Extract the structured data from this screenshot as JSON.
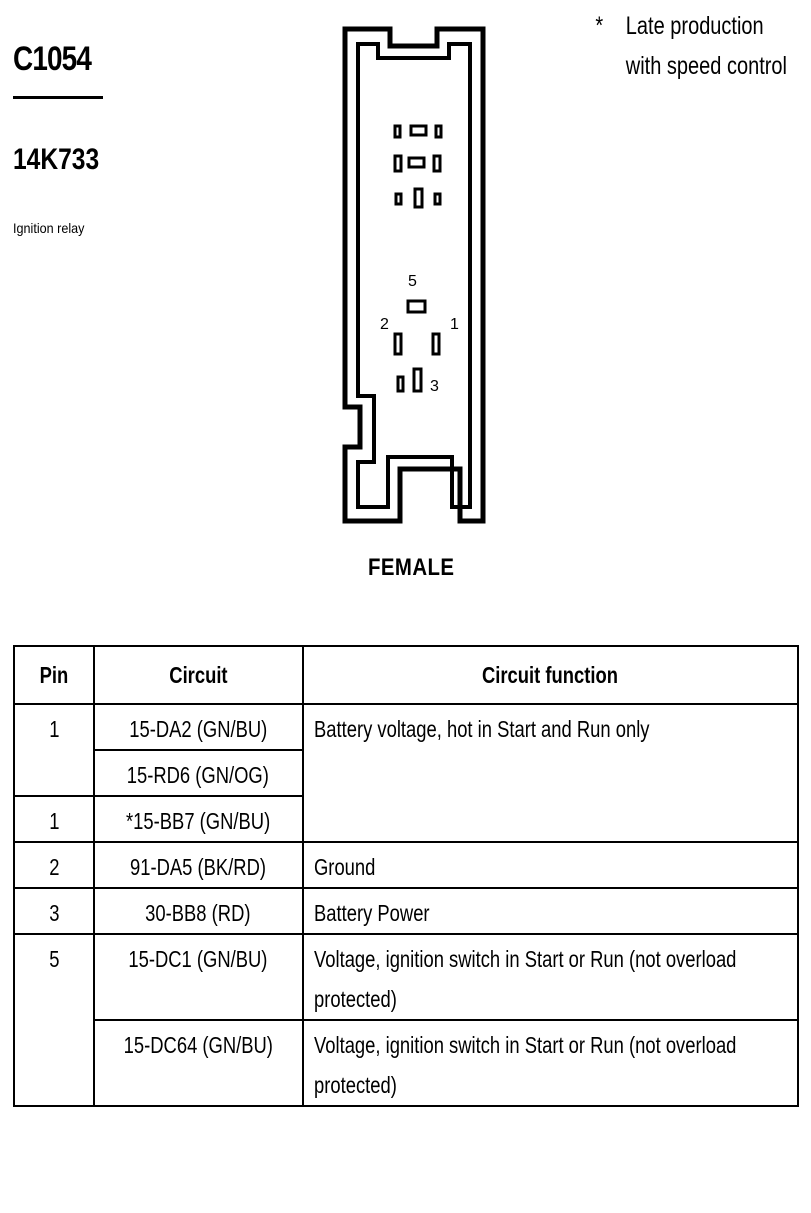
{
  "header": {
    "connector_id": "C1054",
    "part_number": "14K733",
    "description": "Ignition relay"
  },
  "note": {
    "star": "*",
    "line1": "Late production",
    "line2": "with speed control"
  },
  "diagram": {
    "gender": "FEMALE",
    "pin_labels": {
      "p5": "5",
      "p2": "2",
      "p1": "1",
      "p3": "3"
    }
  },
  "table": {
    "headers": {
      "pin": "Pin",
      "circuit": "Circuit",
      "function": "Circuit function"
    },
    "rows": [
      {
        "pin": "1",
        "circuit": "15-DA2 (GN/BU)",
        "function": "Battery voltage, hot in Start and Run only"
      },
      {
        "pin": "",
        "circuit": "15-RD6 (GN/OG)",
        "function": ""
      },
      {
        "pin": "1",
        "circuit": "*15-BB7 (GN/BU)",
        "function": ""
      },
      {
        "pin": "2",
        "circuit": "91-DA5 (BK/RD)",
        "function": "Ground"
      },
      {
        "pin": "3",
        "circuit": "30-BB8 (RD)",
        "function": "Battery Power"
      },
      {
        "pin": "5",
        "circuit": "15-DC1 (GN/BU)",
        "function": "Voltage, ignition switch in Start or Run (not overload protected)"
      },
      {
        "pin": "",
        "circuit": "15-DC64 (GN/BU)",
        "function": "Voltage, ignition switch in Start or Run (not overload protected)"
      }
    ]
  }
}
